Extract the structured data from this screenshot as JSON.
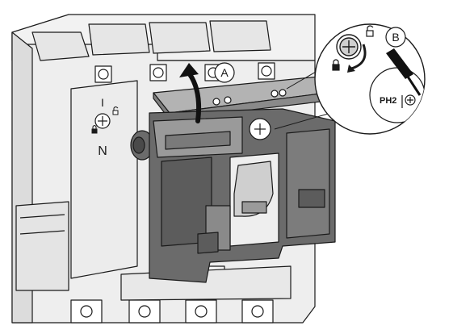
{
  "callouts": {
    "step_a": "A",
    "step_b": "B"
  },
  "breaker": {
    "pole_marks": [
      "I",
      "N"
    ]
  },
  "tool": {
    "screwdriver_size": "PH2"
  },
  "icons": [
    "lock-closed-icon",
    "lock-open-icon",
    "rotation-arrow-icon",
    "phillips-screw-icon",
    "screwdriver-icon"
  ],
  "colors": {
    "breaker_body": "#eeeeee",
    "module_dark": "#6b6b6b",
    "module_light": "#9a9a9a",
    "stroke": "#1a1a1a"
  }
}
